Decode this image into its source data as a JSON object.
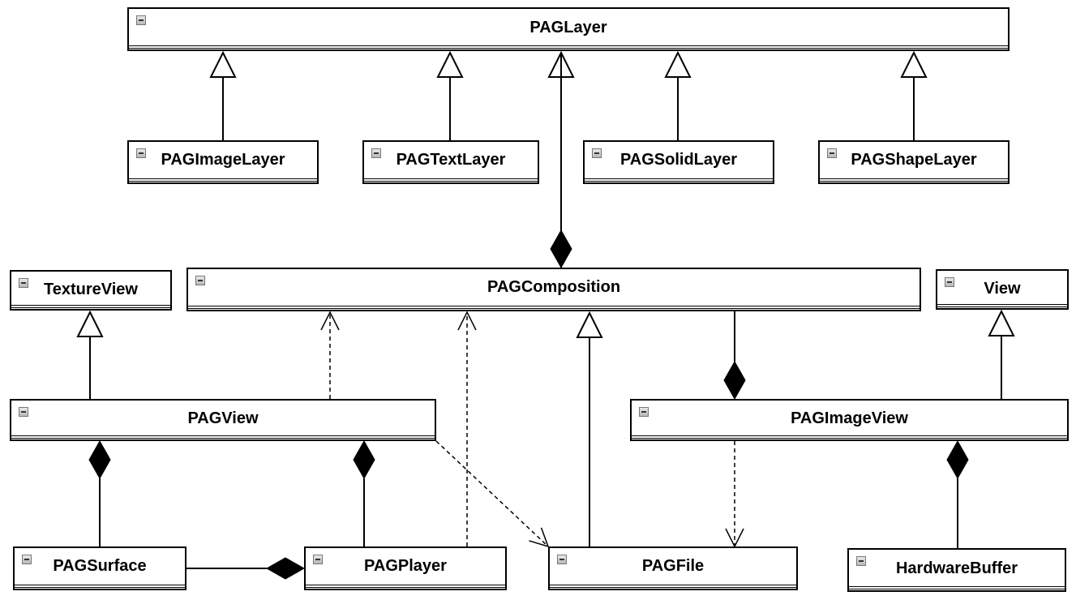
{
  "diagram": {
    "classes": {
      "pag_layer": "PAGLayer",
      "pag_image_layer": "PAGImageLayer",
      "pag_text_layer": "PAGTextLayer",
      "pag_solid_layer": "PAGSolidLayer",
      "pag_shape_layer": "PAGShapeLayer",
      "texture_view": "TextureView",
      "pag_composition": "PAGComposition",
      "view": "View",
      "pag_view": "PAGView",
      "pag_image_view": "PAGImageView",
      "pag_surface": "PAGSurface",
      "pag_player": "PAGPlayer",
      "pag_file": "PAGFile",
      "hardware_buffer": "HardwareBuffer"
    },
    "relations": [
      {
        "from": "pag_image_layer",
        "to": "pag_layer",
        "type": "inheritance"
      },
      {
        "from": "pag_text_layer",
        "to": "pag_layer",
        "type": "inheritance"
      },
      {
        "from": "pag_solid_layer",
        "to": "pag_layer",
        "type": "inheritance"
      },
      {
        "from": "pag_shape_layer",
        "to": "pag_layer",
        "type": "inheritance"
      },
      {
        "from": "pag_composition",
        "to": "pag_layer",
        "type": "inheritance"
      },
      {
        "from": "pag_layer",
        "to": "pag_composition",
        "type": "composition"
      },
      {
        "from": "pag_view",
        "to": "texture_view",
        "type": "inheritance"
      },
      {
        "from": "pag_image_view",
        "to": "view",
        "type": "inheritance"
      },
      {
        "from": "pag_file",
        "to": "pag_composition",
        "type": "inheritance"
      },
      {
        "from": "pag_view",
        "to": "pag_composition",
        "type": "dependency"
      },
      {
        "from": "pag_player",
        "to": "pag_composition",
        "type": "dependency"
      },
      {
        "from": "pag_view",
        "to": "pag_file",
        "type": "dependency"
      },
      {
        "from": "pag_image_view",
        "to": "pag_file",
        "type": "dependency"
      },
      {
        "from": "pag_composition",
        "to": "pag_image_view",
        "type": "composition"
      },
      {
        "from": "pag_surface",
        "to": "pag_view",
        "type": "composition"
      },
      {
        "from": "pag_player",
        "to": "pag_view",
        "type": "composition"
      },
      {
        "from": "pag_surface",
        "to": "pag_player",
        "type": "composition"
      },
      {
        "from": "hardware_buffer",
        "to": "pag_image_view",
        "type": "composition"
      }
    ]
  }
}
